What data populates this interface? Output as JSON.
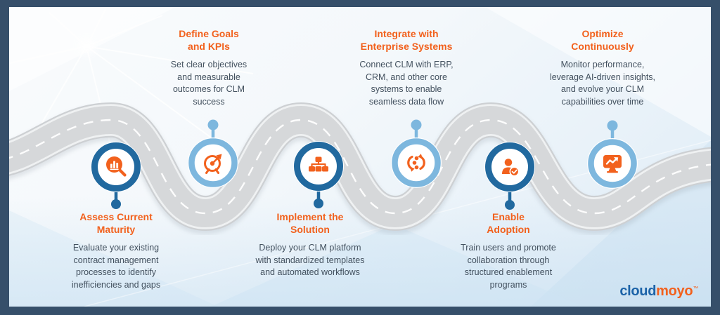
{
  "palette": {
    "orange": "#f2611d",
    "dark_blue": "#21699f",
    "light_blue": "#7db7de",
    "body_text": "#43515f",
    "road_gray": "#d6d8da",
    "logo_blue": "#1c63a8",
    "border_color": "#364f6a"
  },
  "steps": [
    {
      "title": "Assess Current\nMaturity",
      "description": "Evaluate your existing\ncontract management\nprocesses to identify\ninefficiencies and gaps",
      "label_position": "below",
      "ring_color": "dark-blue",
      "icon": "magnifier-bar-chart-icon"
    },
    {
      "title": "Define Goals\nand KPIs",
      "description": "Set clear objectives\nand measurable\noutcomes for CLM\nsuccess",
      "label_position": "above",
      "ring_color": "light-blue",
      "icon": "target-arrow-icon"
    },
    {
      "title": "Implement the\nSolution",
      "description": "Deploy your CLM platform\nwith standardized templates\nand automated workflows",
      "label_position": "below",
      "ring_color": "dark-blue",
      "icon": "org-chart-icon"
    },
    {
      "title": "Integrate with\nEnterprise Systems",
      "description": "Connect CLM with ERP,\nCRM, and other core\nsystems to enable\nseamless data flow",
      "label_position": "above",
      "ring_color": "light-blue",
      "icon": "sync-data-icon"
    },
    {
      "title": "Enable\nAdoption",
      "description": "Train users and promote\ncollaboration through\nstructured enablement\nprograms",
      "label_position": "below",
      "ring_color": "dark-blue",
      "icon": "user-check-icon"
    },
    {
      "title": "Optimize\nContinuously",
      "description": "Monitor performance,\nleverage AI-driven insights,\nand evolve your CLM\ncapabilities over time",
      "label_position": "above",
      "ring_color": "light-blue",
      "icon": "monitor-trend-icon"
    }
  ],
  "logo": {
    "part1": "cloud",
    "part2": "moyo",
    "trademark": "™"
  }
}
